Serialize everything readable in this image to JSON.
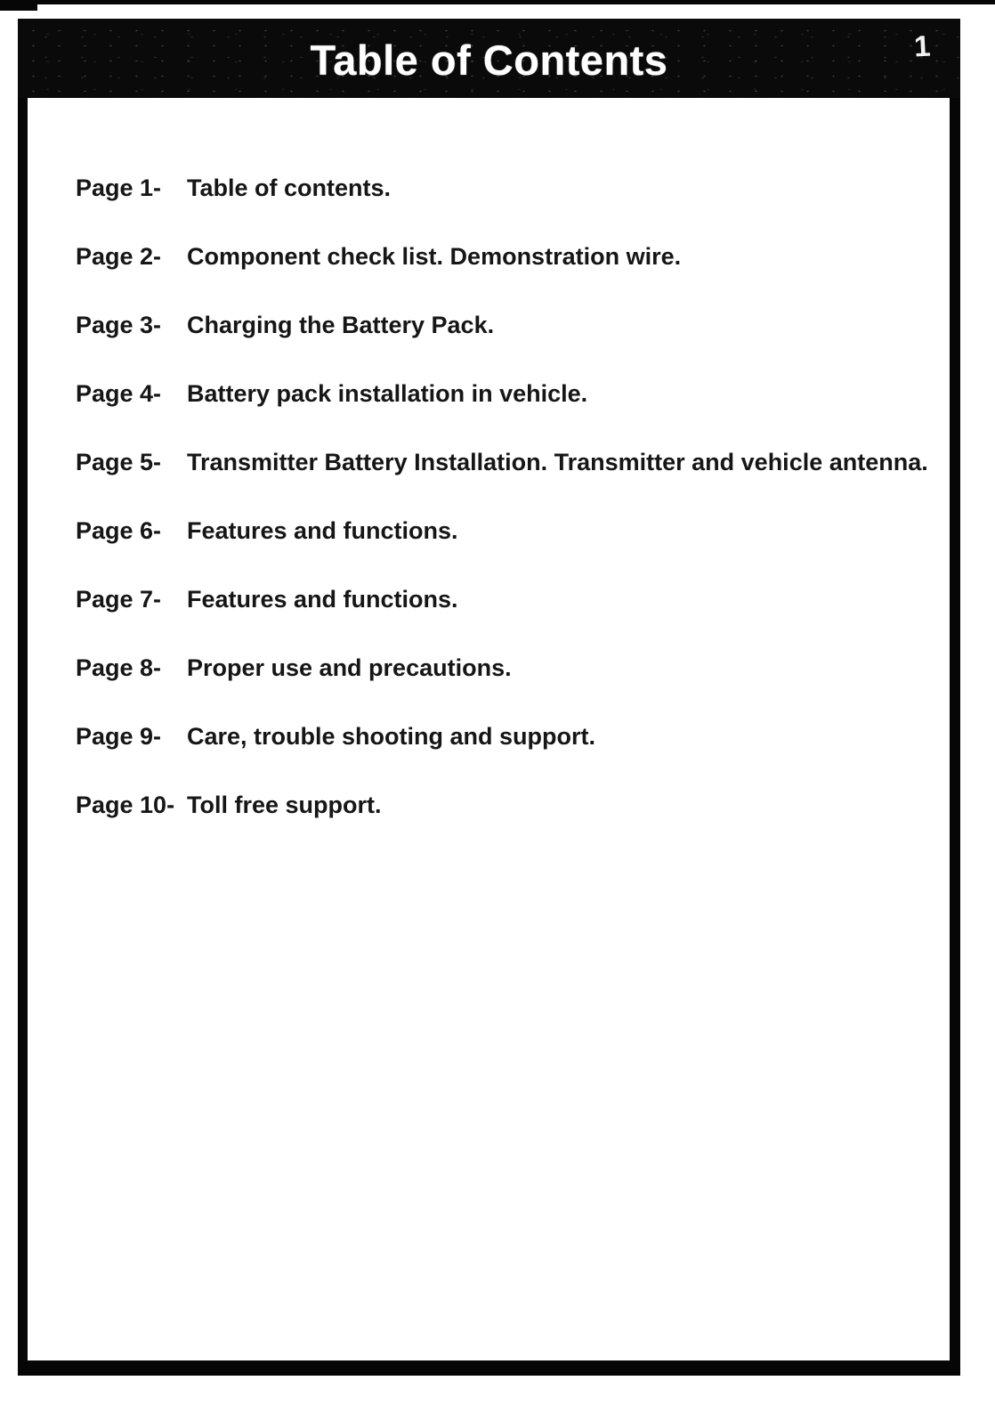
{
  "header": {
    "title": "Table of Contents",
    "page_number": "1"
  },
  "toc": {
    "entries": [
      {
        "label": "Page 1-",
        "text": "Table of contents."
      },
      {
        "label": "Page 2-",
        "text": "Component check list. Demonstration wire."
      },
      {
        "label": "Page 3-",
        "text": "Charging the Battery Pack."
      },
      {
        "label": "Page 4-",
        "text": "Battery pack installation in vehicle."
      },
      {
        "label": "Page 5-",
        "text": "Transmitter Battery Installation. Transmitter and vehicle antenna."
      },
      {
        "label": "Page 6-",
        "text": "Features and functions."
      },
      {
        "label": "Page 7-",
        "text": "Features and functions."
      },
      {
        "label": "Page 8-",
        "text": "Proper use and precautions."
      },
      {
        "label": "Page 9-",
        "text": "Care, trouble shooting and support."
      },
      {
        "label": "Page 10-",
        "text": "Toll free support."
      }
    ]
  },
  "colors": {
    "banner_bg": "#0a0a0a",
    "banner_text": "#ffffff",
    "body_text": "#161616",
    "page_bg": "#ffffff"
  }
}
